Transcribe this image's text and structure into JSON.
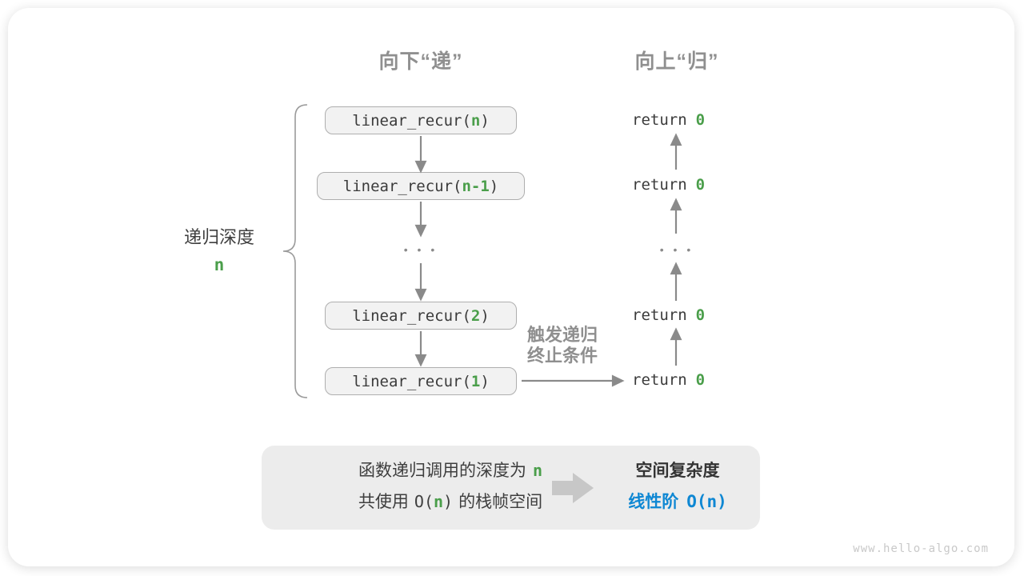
{
  "colors": {
    "green": "#4a9e4a",
    "blue": "#0e87d3",
    "gray": "#8f8f8f",
    "arrow": "#8a8a8a"
  },
  "headers": {
    "descend": "向下“递”",
    "ascend": "向上“归”"
  },
  "depth": {
    "label": "递归深度",
    "value": "n"
  },
  "calls": [
    {
      "prefix": "linear_recur(",
      "arg": "n",
      "suffix": ")"
    },
    {
      "prefix": "linear_recur(",
      "arg": "n-1",
      "suffix": ")"
    },
    {
      "prefix": "linear_recur(",
      "arg": "2",
      "suffix": ")"
    },
    {
      "prefix": "linear_recur(",
      "arg": "1",
      "suffix": ")"
    }
  ],
  "returns": {
    "keyword": "return",
    "value": "0"
  },
  "ellipsis": "• • •",
  "trigger": {
    "line1": "触发递归",
    "line2": "终止条件"
  },
  "summary": {
    "depth_text": "函数递归调用的深度为",
    "depth_value": "n",
    "space_text1": "共使用",
    "space_o": "O(",
    "space_value": "n",
    "space_close": ")",
    "space_text2": "的栈帧空间",
    "result_title": "空间复杂度",
    "result_label": "线性阶",
    "result_value": "O(n)"
  },
  "watermark": "www.hello-algo.com"
}
